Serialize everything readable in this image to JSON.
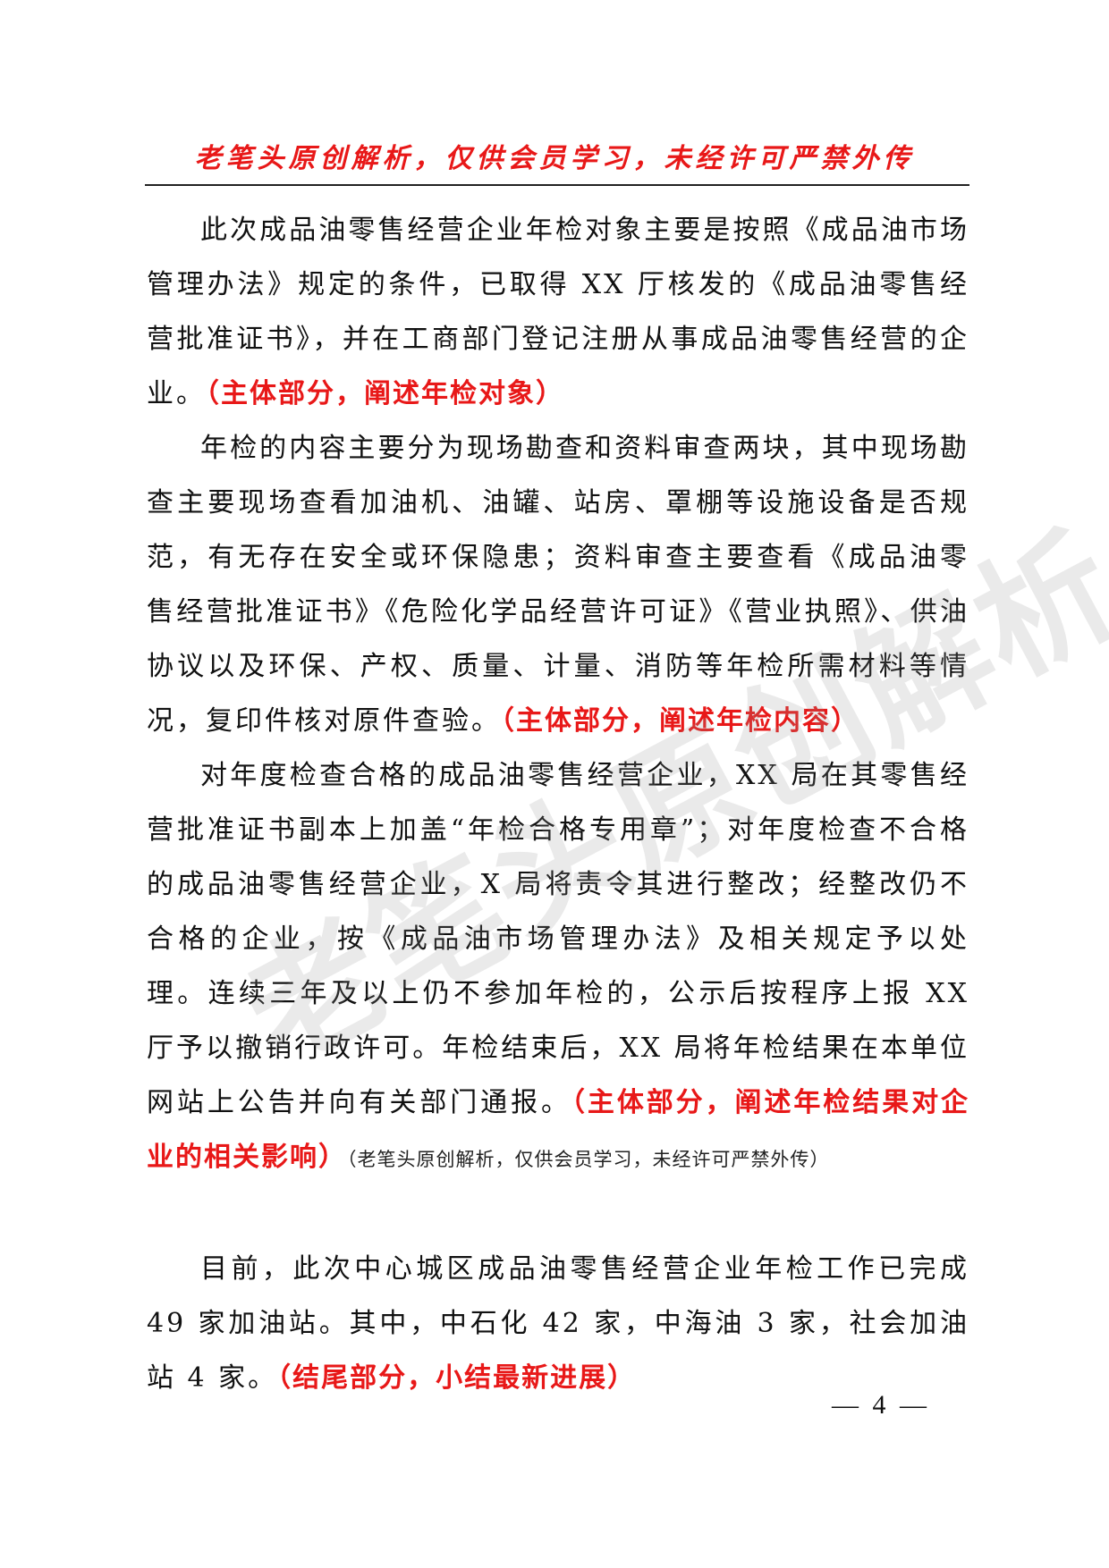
{
  "header": {
    "title": "老笔头原创解析，仅供会员学习，未经许可严禁外传"
  },
  "watermark": {
    "text": "老笔头原创解析"
  },
  "paragraphs": [
    {
      "text": "此次成品油零售经营企业年检对象主要是按照《成品油市场管理办法》规定的条件，已取得 XX 厅核发的《成品油零售经营批准证书》，并在工商部门登记注册从事成品油零售经营的企业。",
      "note": "（主体部分，阐述年检对象）"
    },
    {
      "text": "年检的内容主要分为现场勘查和资料审查两块，其中现场勘查主要现场查看加油机、油罐、站房、罩棚等设施设备是否规范，有无存在安全或环保隐患；资料审查主要查看《成品油零售经营批准证书》《危险化学品经营许可证》《营业执照》、供油协议以及环保、产权、质量、计量、消防等年检所需材料等情况，复印件核对原件查验。",
      "note": "（主体部分，阐述年检内容）"
    },
    {
      "text": "对年度检查合格的成品油零售经营企业，XX 局在其零售经营批准证书副本上加盖“年检合格专用章”；对年度检查不合格的成品油零售经营企业，X 局将责令其进行整改；经整改仍不合格的企业，按《成品油市场管理办法》及相关规定予以处理。连续三年及以上仍不参加年检的，公示后按程序上报 XX 厅予以撤销行政许可。年检结束后，XX 局将年检结果在本单位网站上公告并向有关部门通报。",
      "note": "（主体部分，阐述年检结果对企业的相关影响）",
      "small_note": "（老笔头原创解析，仅供会员学习，未经许可严禁外传）"
    },
    {
      "text": "目前，此次中心城区成品油零售经营企业年检工作已完成 49 家加油站。其中，中石化 42 家，中海油 3 家，社会加油站 4 家。",
      "note": "（结尾部分，小结最新进展）"
    }
  ],
  "footer": {
    "page_number": "— 4 —"
  },
  "colors": {
    "annotation_red": "#e81818",
    "text": "#111111"
  }
}
